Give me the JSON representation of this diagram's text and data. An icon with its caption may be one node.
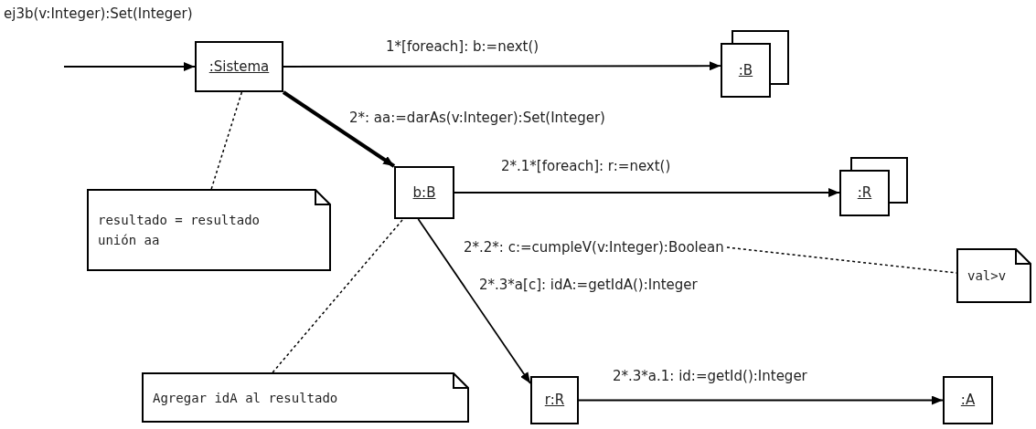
{
  "diagram": {
    "title": "ej3b(v:Integer):Set(Integer)",
    "nodes": [
      {
        "text": [
          ":Sistema"
        ]
      },
      {
        "text": [
          ":B"
        ]
      },
      {
        "text": [
          "b:B"
        ]
      },
      {
        "text": [
          ":R"
        ]
      },
      {
        "text": [
          "resultado = resultado unión aa"
        ]
      },
      {
        "text": [
          "Agregar idA al resultado"
        ]
      },
      {
        "text": [
          "val>v"
        ]
      },
      {
        "text": [
          "r:R"
        ]
      },
      {
        "text": [
          ":A"
        ]
      },
      {
        "text": [
          "2*.2*: c:=cumpleV(v:Integer):Boolean"
        ]
      }
    ],
    "edges": [
      {
        "from": null,
        "to": 0,
        "arrow": "to"
      },
      {
        "from": 0,
        "to": 1,
        "arrow": "to",
        "label": "1*[foreach]: b:=next()"
      },
      {
        "from": 0,
        "to": 2,
        "arrow": "to",
        "label": "2*: aa:=darAs(v:Integer):Set(Integer)",
        "style": "thick"
      },
      {
        "from": 2,
        "to": 3,
        "arrow": "to",
        "label": "2*.1*[foreach]: r:=next()"
      },
      {
        "from": 2,
        "to": 7,
        "arrow": "to",
        "label": "2*.3*a[c]: idA:=getIdA():Integer"
      },
      {
        "from": 7,
        "to": 8,
        "arrow": "to",
        "label": "2*.3*a.1: id:=getId():Integer"
      },
      {
        "from": 4,
        "to": 0,
        "arrow": "none",
        "style": "dashed"
      },
      {
        "from": 5,
        "to": 2,
        "arrow": "none",
        "style": "dashed"
      },
      {
        "from": 9,
        "to": 6,
        "arrow": "none",
        "style": "dashed"
      }
    ]
  }
}
